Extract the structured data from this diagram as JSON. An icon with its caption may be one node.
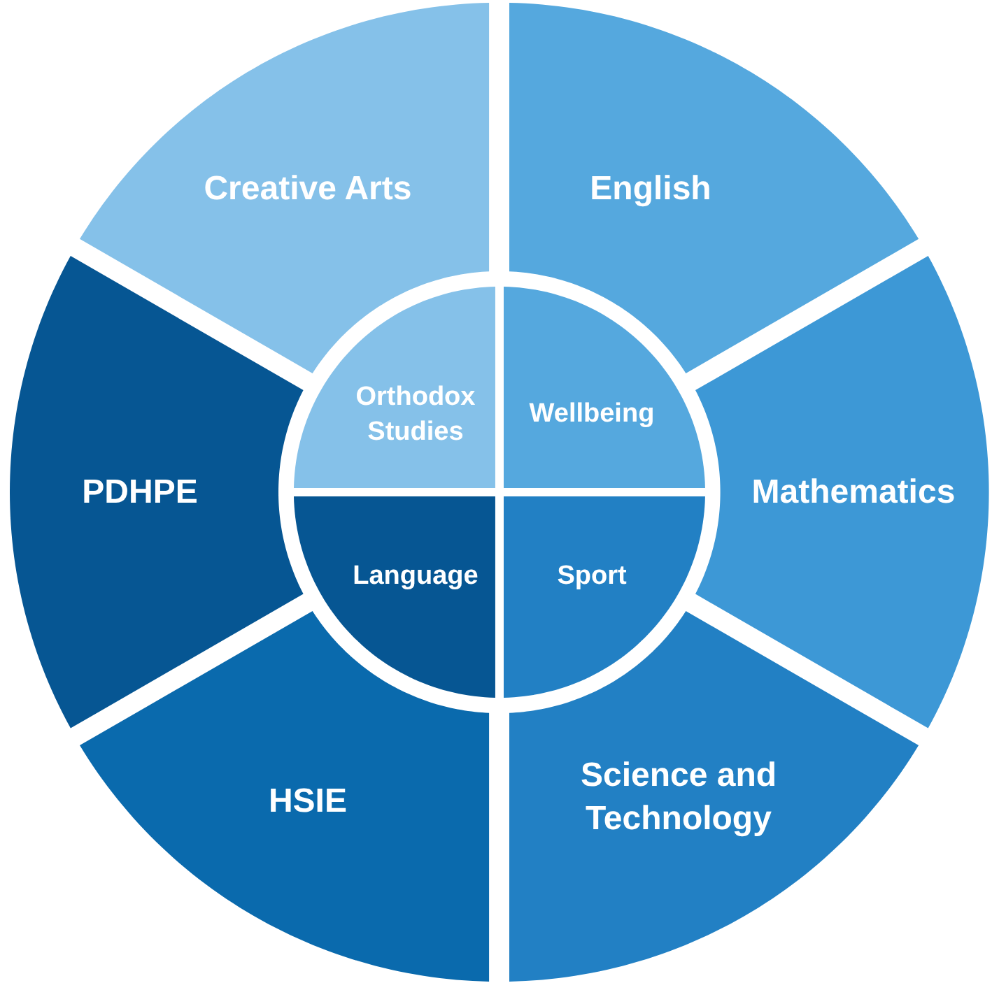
{
  "diagram": {
    "nodes": [
      {
        "text": [
          "Creative Arts"
        ]
      },
      {
        "text": [
          "English"
        ]
      },
      {
        "text": [
          "Orthodox Studies"
        ]
      },
      {
        "text": [
          "Wellbeing"
        ]
      },
      {
        "text": [
          "PDHPE"
        ]
      },
      {
        "text": [
          "Mathematics"
        ]
      },
      {
        "text": [
          "Language"
        ]
      },
      {
        "text": [
          "Sport"
        ]
      },
      {
        "text": [
          "Science and Technology"
        ]
      },
      {
        "text": [
          "HSIE"
        ]
      }
    ]
  }
}
